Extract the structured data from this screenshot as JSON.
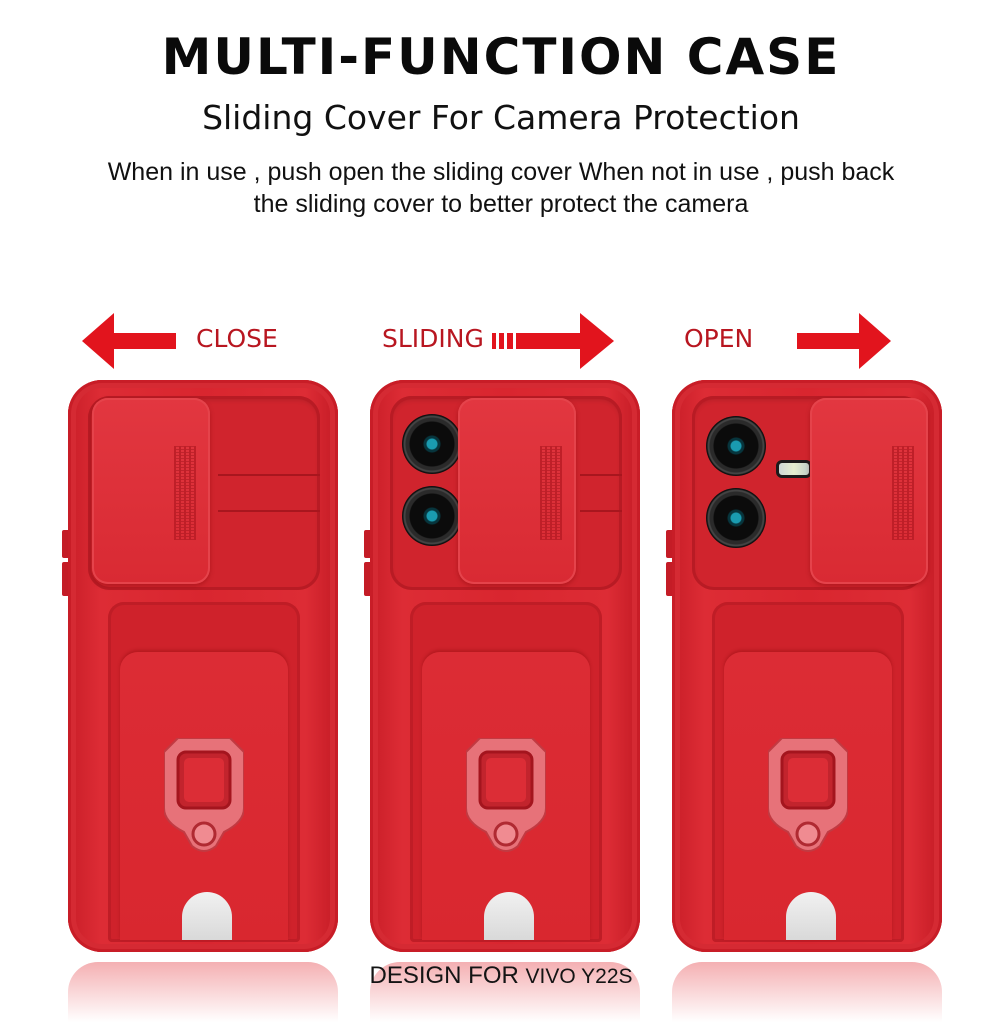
{
  "header": {
    "title": "MULTI-FUNCTION CASE",
    "subtitle": "Sliding Cover For Camera Protection",
    "description_line1": "When in use , push open the sliding cover When not in use , push back",
    "description_line2": "the sliding cover to better protect the camera"
  },
  "states": [
    {
      "label": "CLOSE",
      "arrow_direction": "left",
      "slider_position": "covering-cameras"
    },
    {
      "label": "SLIDING",
      "arrow_direction": "right",
      "slider_position": "partially-open"
    },
    {
      "label": "OPEN",
      "arrow_direction": "right",
      "slider_position": "fully-open"
    }
  ],
  "footer": {
    "design_for": "DESIGN FOR",
    "model": "VIVO Y22S"
  },
  "colors": {
    "case_red": "#d9272f",
    "label_red": "#b81620",
    "arrow_red": "#e2141d",
    "ring_pink": "#e8737a",
    "text_black": "#0a0a0a"
  },
  "icons": {
    "close_arrow": "arrow-left-icon",
    "sliding_arrow": "dashed-arrow-right-icon",
    "open_arrow": "arrow-right-icon"
  }
}
